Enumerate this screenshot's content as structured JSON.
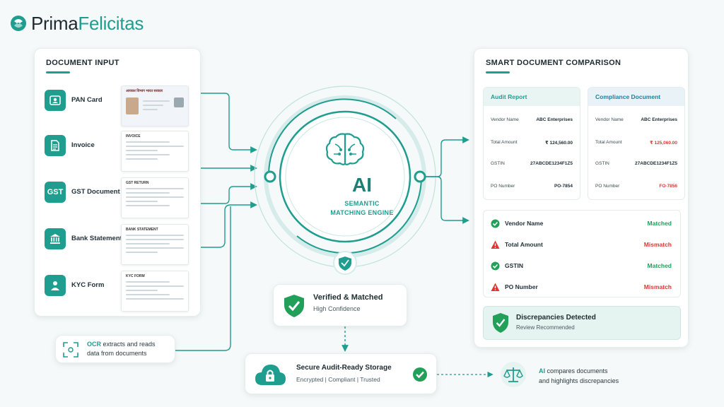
{
  "brand": {
    "name_part1": "Prima",
    "name_part2": "Felicitas",
    "accent": "#1f9d8f"
  },
  "document_input": {
    "title": "DOCUMENT INPUT",
    "items": [
      {
        "label": "PAN Card",
        "icon": "id-card-icon",
        "thumb_title": "आयकर विभाग  भारत सरकार"
      },
      {
        "label": "Invoice",
        "icon": "invoice-icon",
        "thumb_title": "INVOICE"
      },
      {
        "label": "GST Document",
        "icon": "gst-icon",
        "icon_text": "GST",
        "thumb_title": "GST RETURN"
      },
      {
        "label": "Bank Statement",
        "icon": "bank-icon",
        "thumb_title": "BANK STATEMENT"
      },
      {
        "label": "KYC Form",
        "icon": "user-icon",
        "thumb_title": "KYC FORM"
      }
    ]
  },
  "ocr_note": {
    "accent": "OCR",
    "line1_rest": " extracts and reads",
    "line2": "data from documents"
  },
  "engine": {
    "ai_label": "AI",
    "line1": "SEMANTIC",
    "line2": "MATCHING ENGINE"
  },
  "verified": {
    "title": "Verified & Matched",
    "subtitle": "High Confidence"
  },
  "storage": {
    "title": "Secure Audit-Ready Storage",
    "subtitle": "Encrypted | Compliant | Trusted"
  },
  "ai_note": {
    "accent": "AI",
    "line1_rest": " compares documents",
    "line2": "and highlights discrepancies"
  },
  "comparison": {
    "title": "SMART DOCUMENT COMPARISON",
    "audit_report": {
      "title": "Audit Report",
      "rows": [
        {
          "key": "Vendor Name",
          "value": "ABC Enterprises"
        },
        {
          "key": "Total Amount",
          "value": "₹ 124,560.00"
        },
        {
          "key": "GSTIN",
          "value": "27ABCDE1234F1Z5"
        },
        {
          "key": "PO Number",
          "value": "PO-7854"
        }
      ]
    },
    "compliance_document": {
      "title": "Compliance Document",
      "rows": [
        {
          "key": "Vendor Name",
          "value": "ABC Enterprises"
        },
        {
          "key": "Total Amount",
          "value": "₹ 125,060.00"
        },
        {
          "key": "GSTIN",
          "value": "27ABCDE1234F1Z5"
        },
        {
          "key": "PO Number",
          "value": "FO-7856"
        }
      ]
    },
    "status": [
      {
        "label": "Vendor Name",
        "value": "Matched",
        "state": "ok"
      },
      {
        "label": "Total Amount",
        "value": "Mismatch",
        "state": "bad"
      },
      {
        "label": "GSTIN",
        "value": "Matched",
        "state": "ok"
      },
      {
        "label": "PO Number",
        "value": "Mismatch",
        "state": "bad"
      }
    ],
    "discrepancies": {
      "title": "Discrepancies Detected",
      "subtitle": "Review Recommended"
    }
  },
  "colors": {
    "teal": "#1f9d8f",
    "dark_teal": "#1d7f75",
    "match_green": "#22a05a",
    "mismatch_red": "#e0362f"
  }
}
